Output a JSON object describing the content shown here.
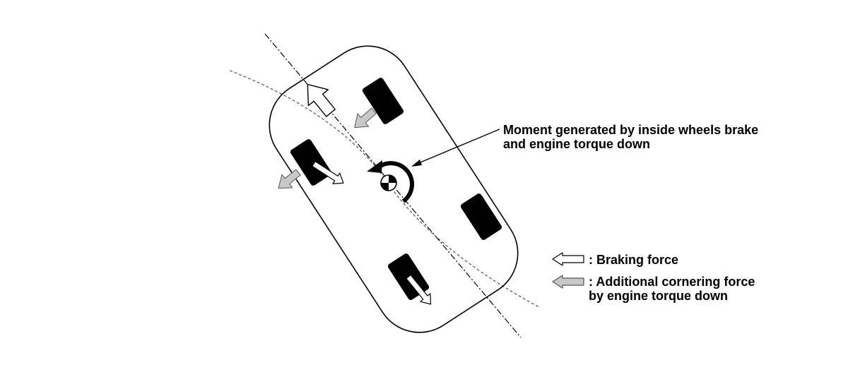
{
  "annotation": {
    "line1": "Moment generated by inside wheels brake",
    "line2": "and engine torque down"
  },
  "legend": {
    "braking": ": Braking force",
    "cornering_line1": ": Additional cornering force",
    "cornering_line2": "by engine torque down"
  },
  "colors": {
    "outline": "#000000",
    "tire": "#000000",
    "braking_arrow_fill": "#ffffff",
    "cornering_arrow_fill": "#c8c8c8",
    "background": "#ffffff"
  }
}
